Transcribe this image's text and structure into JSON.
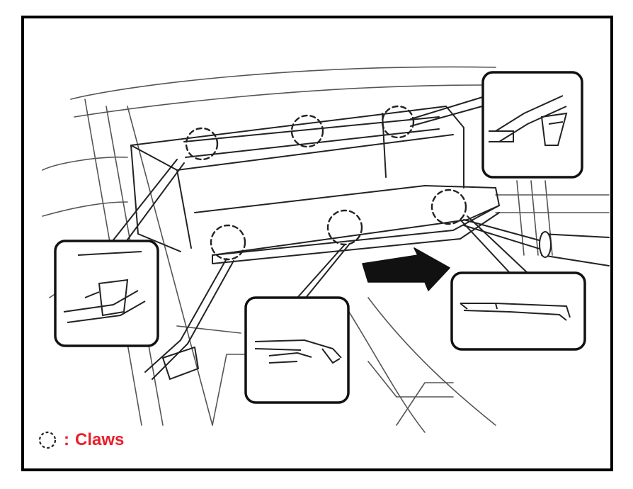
{
  "diagram": {
    "legend": {
      "separator": ":",
      "label": "Claws",
      "label_color": "#e8202a",
      "symbol": "dashed-circle-icon"
    },
    "callouts": [
      {
        "name": "callout-top-right",
        "symbol": "claw-detail"
      },
      {
        "name": "callout-left",
        "symbol": "claw-detail"
      },
      {
        "name": "callout-bottom-center",
        "symbol": "claw-detail"
      },
      {
        "name": "callout-bottom-right",
        "symbol": "claw-detail"
      }
    ],
    "claws_count": 6,
    "removal_direction": "arrow-down-right"
  }
}
